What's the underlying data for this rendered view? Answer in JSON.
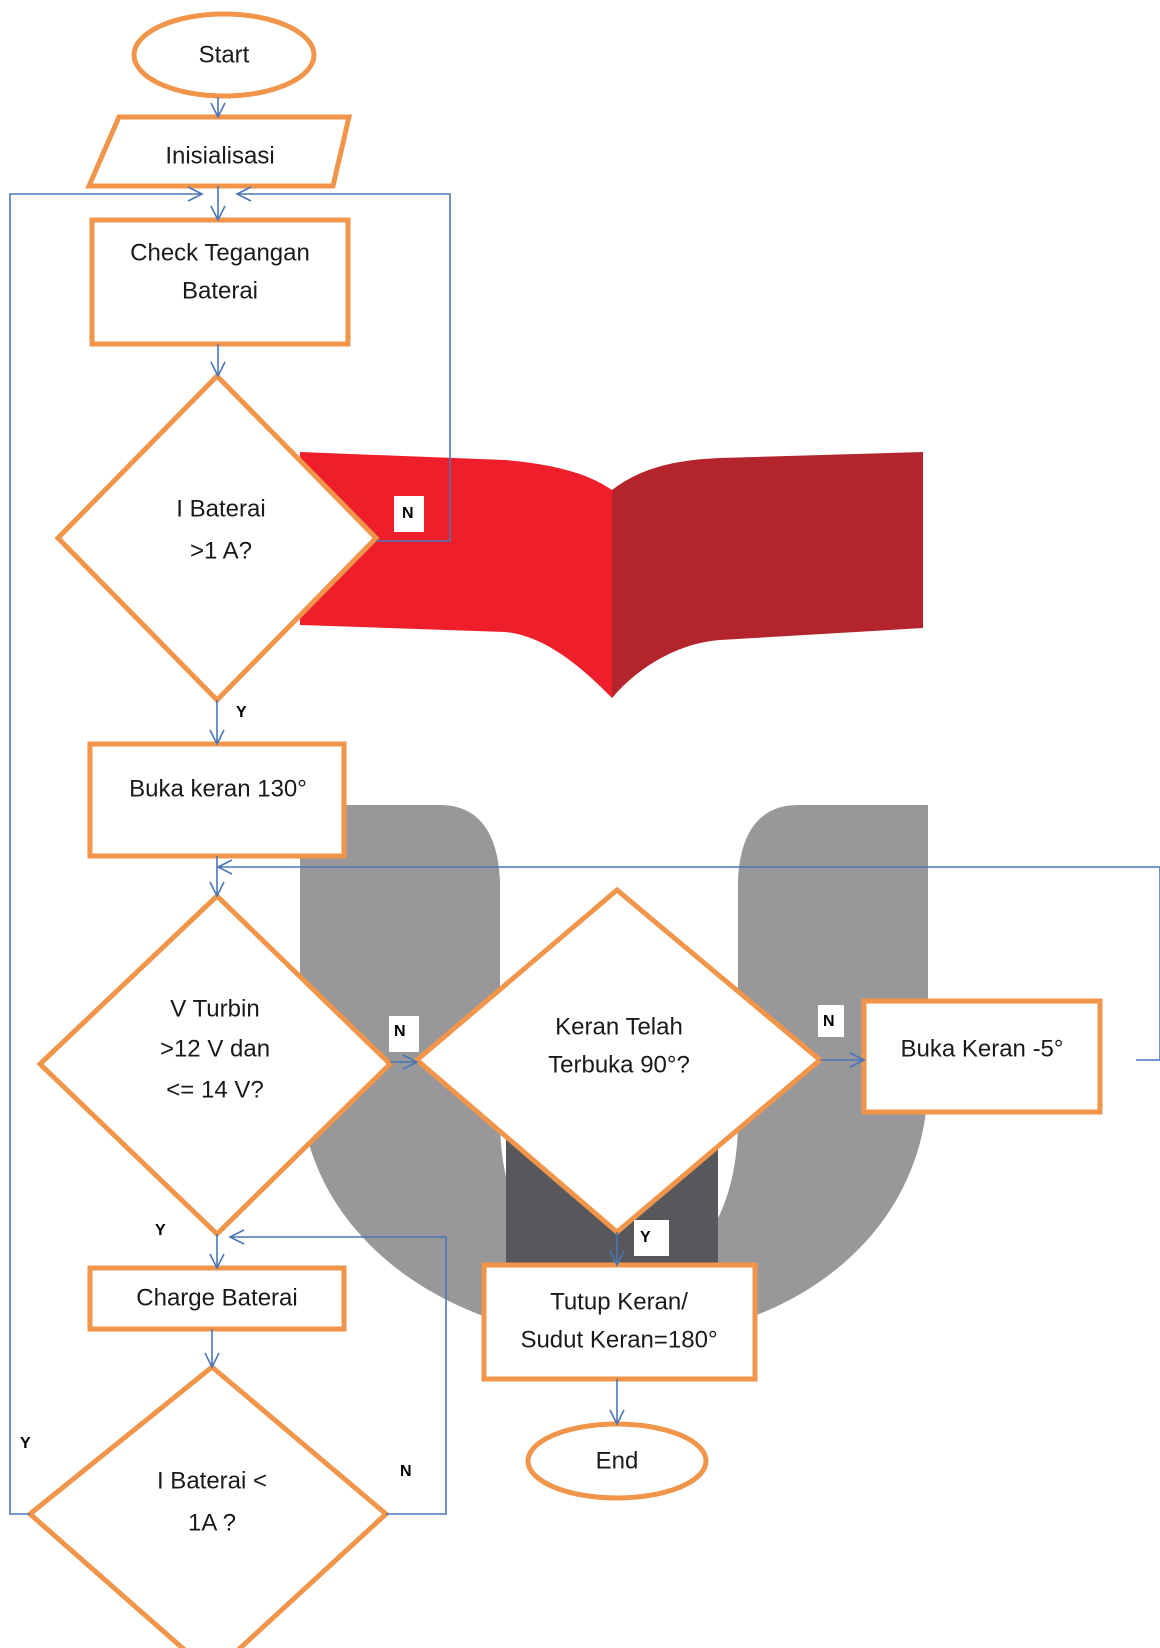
{
  "diagram": {
    "nodes": {
      "start": "Start",
      "init": "Inisialisasi",
      "check_line1": "Check Tegangan",
      "check_line2": "Baterai",
      "dec1_line1": "I Baterai",
      "dec1_line2": ">1 A?",
      "open_valve": "Buka keran 130°",
      "dec2_line1": "V Turbin",
      "dec2_line2": ">12 V dan",
      "dec2_line3": "<= 14 V?",
      "dec3_line1": "Keran Telah",
      "dec3_line2": "Terbuka 90°?",
      "open_minus": "Buka Keran -5°",
      "close_line1": "Tutup Keran/",
      "close_line2": "Sudut Keran=180°",
      "end": "End",
      "charge": "Charge Baterai",
      "dec4_line1": "I Baterai <",
      "dec4_line2": "1A ?"
    },
    "edge_labels": {
      "dec1_no": "N",
      "dec1_yes": "Y",
      "dec2_no": "N",
      "dec2_yes": "Y",
      "dec3_no": "N",
      "dec3_yes": "Y",
      "dec4_no": "N",
      "dec4_yes": "Y"
    },
    "colors": {
      "node_border": "#f0954a",
      "connector": "#4a76b8",
      "watermark_red_left": "#ee1f2b",
      "watermark_red_right": "#b3242c",
      "watermark_gray": "#98989a",
      "watermark_dark": "#58585c"
    }
  }
}
